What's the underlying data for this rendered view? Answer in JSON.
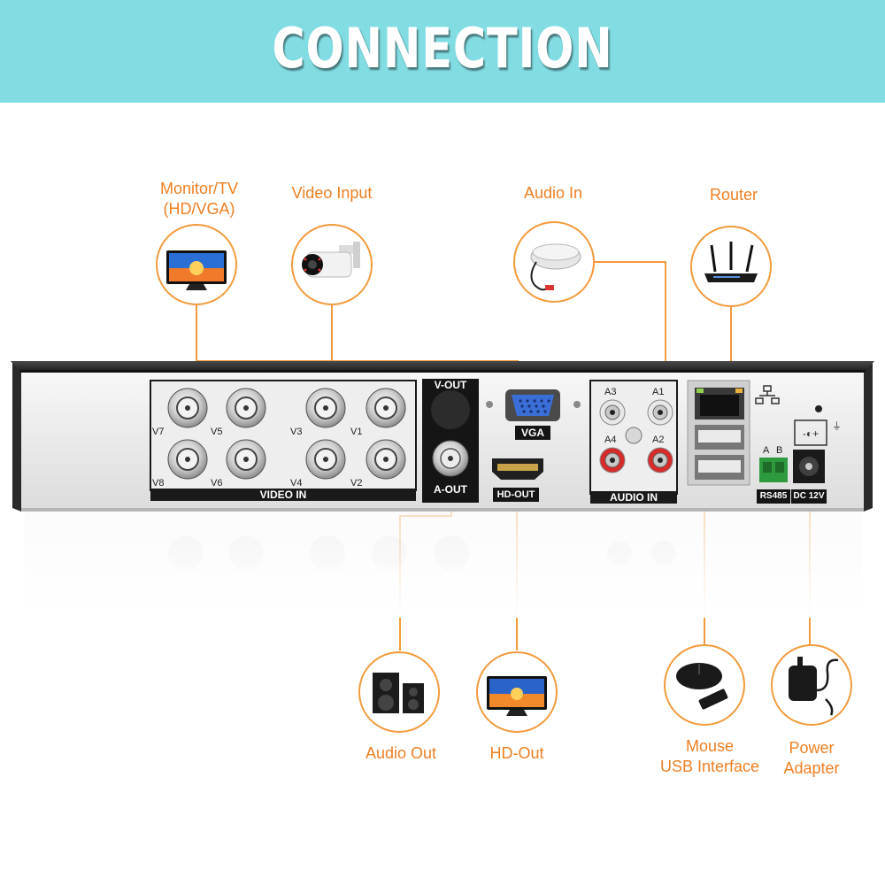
{
  "banner": {
    "title": "CONNECTION",
    "color": "#82dde3"
  },
  "accent_color": "#ee7f22",
  "peripherals": {
    "monitor": {
      "label_line1": "Monitor/TV",
      "label_line2": "(HD/VGA)",
      "icon": "monitor-icon"
    },
    "camera": {
      "label": "Video Input",
      "icon": "bullet-camera-icon"
    },
    "microphone": {
      "label": "Audio In",
      "icon": "microphone-icon"
    },
    "router": {
      "label": "Router",
      "icon": "router-icon"
    },
    "speakers": {
      "label": "Audio Out",
      "icon": "speaker-icon"
    },
    "hdtv": {
      "label": "HD-Out",
      "icon": "tv-icon"
    },
    "mouse": {
      "label_line1": "Mouse",
      "label_line2": "USB Interface",
      "icon": "mouse-icon"
    },
    "power": {
      "label_line1": "Power",
      "label_line2": "Adapter",
      "icon": "power-adapter-icon"
    }
  },
  "dvr_panel": {
    "video_in": {
      "section_label": "VIDEO IN",
      "ports_top": [
        "V7",
        "V5",
        "V3",
        "V1"
      ],
      "ports_bottom": [
        "V8",
        "V6",
        "V4",
        "V2"
      ]
    },
    "v_out": "V-OUT",
    "a_out": "A-OUT",
    "vga": "VGA",
    "hd_out": "HD-OUT",
    "audio_in": {
      "section_label": "AUDIO IN",
      "ports": [
        "A3",
        "A1",
        "A4",
        "A2"
      ]
    },
    "rs485": {
      "label": "RS485",
      "pins": [
        "A",
        "B"
      ]
    },
    "dc_input": "DC 12V"
  }
}
